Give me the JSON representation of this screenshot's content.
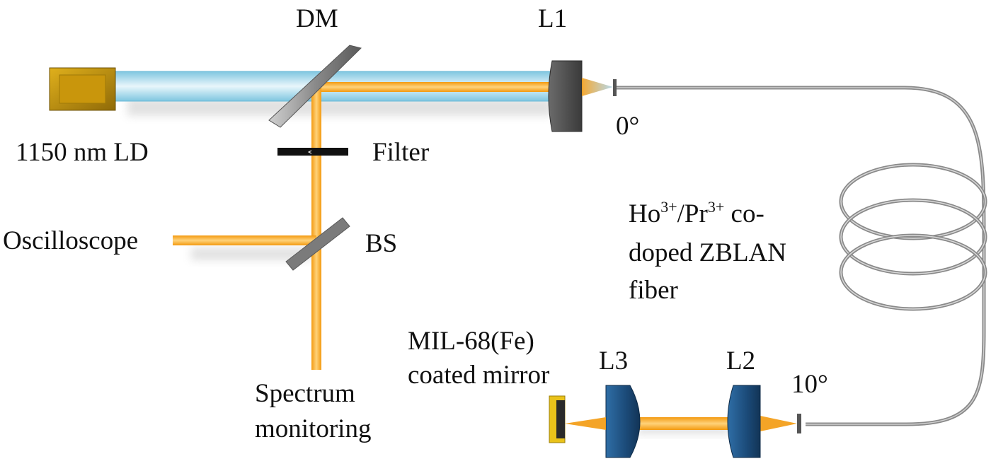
{
  "diagram": {
    "labels": {
      "dm": "DM",
      "l1": "L1",
      "ld": "1150 nm LD",
      "filter": "Filter",
      "angle_in": "0°",
      "oscilloscope": "Oscilloscope",
      "bs": "BS",
      "fiber_line1_pre": "Ho",
      "fiber_line1_sup1": "3+",
      "fiber_line1_mid": "/Pr",
      "fiber_line1_sup2": "3+",
      "fiber_line1_post": " co-",
      "fiber_line2": "doped ZBLAN",
      "fiber_line3": "fiber",
      "mof_line1": "MIL-68(Fe)",
      "mof_line2": "coated mirror",
      "l3": "L3",
      "l2": "L2",
      "angle_out": "10°",
      "spectrum_line1": "Spectrum",
      "spectrum_line2": "monitoring"
    },
    "colors": {
      "pump_beam": "#bfe3ef",
      "laser_beam": "#f6a21e",
      "laser_diode": "#c9960c",
      "lens": "#1f4e79",
      "fiber": "#7a7a7a",
      "optic_gray": "#8c8c8c"
    }
  }
}
